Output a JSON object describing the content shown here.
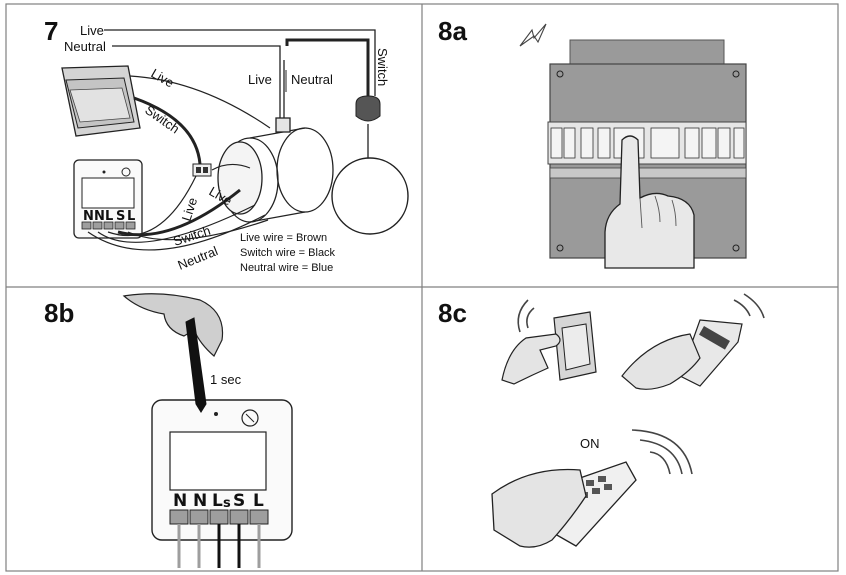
{
  "panels": {
    "p7": {
      "label": "7"
    },
    "p8a": {
      "label": "8a"
    },
    "p8b": {
      "label": "8b"
    },
    "p8c": {
      "label": "8c"
    }
  },
  "wiring": {
    "live": "Live",
    "neutral": "Neutral",
    "switch": "Switch",
    "terminals": [
      "N",
      "N",
      "L",
      "S",
      "L"
    ],
    "terminal_sub": "s",
    "legend": [
      "Live wire = Brown",
      "Switch wire = Black",
      "Neutral wire = Blue"
    ]
  },
  "step8b": {
    "duration": "1 sec",
    "terminals": [
      "N",
      "N",
      "L",
      "S",
      "L"
    ],
    "terminal_sub": "s"
  },
  "step8c": {
    "on_label": "ON"
  },
  "colors": {
    "ink": "#111111",
    "gray_fill": "#9e9e9e",
    "light_gray": "#d4d4d4",
    "border": "#808080"
  }
}
